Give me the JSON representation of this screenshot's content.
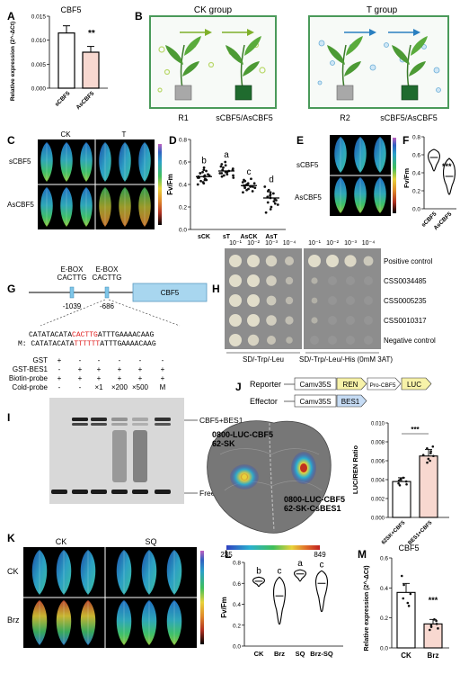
{
  "panels": {
    "A": {
      "letter": "A",
      "title": "CBF5",
      "ylabel": "Relative expression (2^-ΔCt)",
      "sig": "**"
    },
    "B": {
      "letter": "B",
      "ck_title": "CK group",
      "t_title": "T group",
      "r1": "R1",
      "r2": "R2",
      "ck_pot2": "sCBF5/AsCBF5",
      "t_pot2": "sCBF5/AsCBF5"
    },
    "C": {
      "letter": "C",
      "col1": "CK",
      "col2": "T",
      "row1": "sCBF5",
      "row2": "AsCBF5"
    },
    "D": {
      "letter": "D",
      "ylabel": "Fv/Fm",
      "groups": [
        "b",
        "a",
        "c",
        "d"
      ]
    },
    "E": {
      "letter": "E",
      "row1": "sCBF5",
      "row2": "AsCBF5"
    },
    "F": {
      "letter": "F",
      "ylabel": "Fv/Fm",
      "sig": "***"
    },
    "G": {
      "letter": "G",
      "ebox1": "E-BOX",
      "seq1": "CACTTG",
      "ebox2": "E-BOX",
      "seq2": "CACTTG",
      "pos1": "-1039",
      "pos2": "-686",
      "gene": "CBF5",
      "wt_pre": "CATATACATA",
      "wt_mid": "CACTTG",
      "wt_post": "ATTTGAAAACAAG",
      "mut_pre": "M: CATATACATA",
      "mut_mid": "TTTTTT",
      "mut_post": "ATTTGAAAACAAG"
    },
    "H": {
      "letter": "H",
      "dilutions": [
        "10⁻¹",
        "10⁻²",
        "10⁻³",
        "10⁻⁴",
        "10⁻¹",
        "10⁻²",
        "10⁻³",
        "10⁻⁴"
      ],
      "rows": [
        "Positive control",
        "CSS0034485",
        "CSS0005235",
        "CSS0010317",
        "Negative control"
      ],
      "media1": "SD/-Trp/-Leu",
      "media2": "SD/-Trp/-Leu/-His (0mM 3AT)"
    },
    "I": {
      "letter": "I",
      "row_labels": [
        "GST",
        "GST-BES1",
        "Biotin-probe",
        "Cold-probe"
      ],
      "cells": [
        [
          "+",
          "-",
          "-",
          "-",
          "-",
          "-"
        ],
        [
          "-",
          "+",
          "+",
          "+",
          "+",
          "+"
        ],
        [
          "+",
          "+",
          "+",
          "+",
          "+",
          "+"
        ],
        [
          "-",
          "-",
          "×1",
          "×200",
          "×500",
          "M"
        ]
      ],
      "band1": "CBF5+BES1",
      "band2": "Free probe"
    },
    "J": {
      "letter": "J",
      "reporter": "Reporter",
      "effector": "Effector",
      "promoter": "Camv35S",
      "ren": "REN",
      "pro": "Pro-CBF5",
      "luc": "LUC",
      "bes1": "BES1",
      "leaf_label1a": "0800-LUC-CBF5",
      "leaf_label1b": "62-SK",
      "leaf_label2a": "0800-LUC-CBF5",
      "leaf_label2b": "62-SK-CsBES1",
      "scale_min": "235",
      "scale_max": "849",
      "bar_ylabel": "LUC/REN Ratio",
      "sig": "***"
    },
    "K": {
      "letter": "K",
      "col1": "CK",
      "col2": "SQ",
      "row1": "CK",
      "row2": "Brz"
    },
    "L": {
      "letter": "L",
      "ylabel": "Fv/Fm",
      "groups": [
        "b",
        "c",
        "a",
        "c"
      ]
    },
    "M": {
      "letter": "M",
      "title": "CBF5",
      "ylabel": "Relative expression (2^-ΔCt)",
      "sig": "***"
    }
  },
  "chart_data": [
    {
      "type": "bar",
      "panel": "A",
      "title": "CBF5",
      "categories": [
        "sCBF5",
        "AsCBF5"
      ],
      "values": [
        0.0115,
        0.0075
      ],
      "errors": [
        0.0015,
        0.0012
      ],
      "ylim": [
        0,
        0.015
      ],
      "yticks": [
        "0.000",
        "0.005",
        "0.010",
        "0.015"
      ],
      "ylabel": "Relative expression (2^-ΔCt)"
    },
    {
      "type": "scatter",
      "panel": "D",
      "categories": [
        "sCK",
        "sT",
        "AsCK",
        "AsT"
      ],
      "means": [
        0.47,
        0.52,
        0.39,
        0.28
      ],
      "ylim": [
        0,
        0.8
      ],
      "yticks": [
        "0.0",
        "0.2",
        "0.4",
        "0.6",
        "0.8"
      ],
      "ylabel": "Fv/Fm",
      "points": [
        [
          0.53,
          0.44,
          0.47,
          0.5,
          0.42,
          0.55,
          0.46,
          0.48,
          0.45,
          0.51,
          0.43,
          0.49,
          0.52,
          0.4,
          0.47,
          0.5,
          0.44,
          0.46,
          0.48,
          0.41
        ],
        [
          0.58,
          0.5,
          0.53,
          0.48,
          0.56,
          0.51,
          0.54,
          0.47,
          0.6,
          0.49,
          0.52,
          0.55,
          0.5,
          0.46,
          0.57,
          0.53,
          0.51,
          0.48
        ],
        [
          0.44,
          0.38,
          0.4,
          0.35,
          0.42,
          0.37,
          0.39,
          0.41,
          0.36,
          0.43,
          0.38,
          0.4,
          0.34,
          0.45,
          0.39,
          0.37,
          0.41,
          0.33
        ],
        [
          0.38,
          0.3,
          0.25,
          0.32,
          0.22,
          0.35,
          0.28,
          0.2,
          0.33,
          0.26,
          0.18,
          0.31,
          0.24,
          0.29,
          0.27,
          0.15,
          0.34,
          0.23
        ]
      ],
      "groups": [
        "b",
        "a",
        "c",
        "d"
      ]
    },
    {
      "type": "violin",
      "panel": "F",
      "categories": [
        "sCBF5",
        "AsCBF5"
      ],
      "medians": [
        0.57,
        0.36
      ],
      "ranges": [
        [
          0.42,
          0.66
        ],
        [
          0.16,
          0.56
        ]
      ],
      "ylim": [
        0,
        0.8
      ],
      "yticks": [
        "0.0",
        "0.2",
        "0.4",
        "0.6",
        "0.8"
      ],
      "ylabel": "Fv/Fm"
    },
    {
      "type": "bar",
      "panel": "J",
      "categories": [
        "62SK+CBF5",
        "BES1+CBF5"
      ],
      "values": [
        0.0038,
        0.0065
      ],
      "errors": [
        0.0004,
        0.0007
      ],
      "ylim": [
        0,
        0.01
      ],
      "yticks": [
        "0.000",
        "0.002",
        "0.004",
        "0.006",
        "0.008",
        "0.010"
      ],
      "ylabel": "LUC/REN Ratio",
      "points": [
        [
          0.0034,
          0.0036,
          0.0038,
          0.004,
          0.0042,
          0.0039,
          0.0035,
          0.0041
        ],
        [
          0.0058,
          0.0062,
          0.0065,
          0.007,
          0.0073,
          0.006,
          0.0068,
          0.0066,
          0.0075
        ]
      ]
    },
    {
      "type": "violin",
      "panel": "L",
      "categories": [
        "CK",
        "Brz",
        "SQ",
        "Brz-SQ"
      ],
      "medians": [
        0.62,
        0.48,
        0.69,
        0.6
      ],
      "ranges": [
        [
          0.57,
          0.66
        ],
        [
          0.21,
          0.66
        ],
        [
          0.62,
          0.73
        ],
        [
          0.33,
          0.72
        ]
      ],
      "ylim": [
        0,
        0.8
      ],
      "yticks": [
        "0.0",
        "0.2",
        "0.4",
        "0.6",
        "0.8"
      ],
      "ylabel": "Fv/Fm",
      "groups": [
        "b",
        "c",
        "a",
        "c"
      ]
    },
    {
      "type": "bar",
      "panel": "M",
      "title": "CBF5",
      "categories": [
        "CK",
        "Brz"
      ],
      "values": [
        0.37,
        0.16
      ],
      "errors": [
        0.06,
        0.03
      ],
      "ylim": [
        0,
        0.6
      ],
      "yticks": [
        "0.0",
        "0.2",
        "0.4",
        "0.6"
      ],
      "ylabel": "Relative expression (2^-ΔCt)",
      "points": [
        [
          0.3,
          0.36,
          0.42,
          0.48,
          0.33,
          0.28
        ],
        [
          0.12,
          0.15,
          0.18,
          0.14,
          0.19,
          0.16,
          0.13
        ]
      ]
    }
  ]
}
